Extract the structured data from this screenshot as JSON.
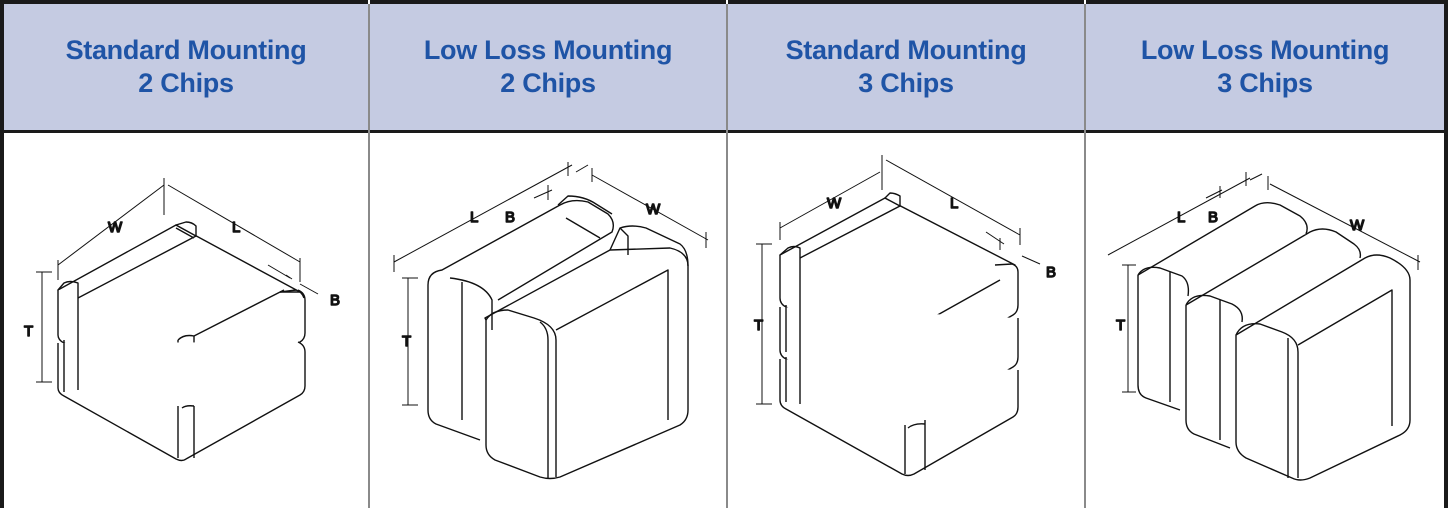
{
  "columns": [
    {
      "title_line1": "Standard Mounting",
      "title_line2": "2 Chips"
    },
    {
      "title_line1": "Low Loss Mounting",
      "title_line2": "2 Chips"
    },
    {
      "title_line1": "Standard Mounting",
      "title_line2": "3 Chips"
    },
    {
      "title_line1": "Low Loss Mounting",
      "title_line2": "3 Chips"
    }
  ],
  "dimension_labels": {
    "W": "W",
    "L": "L",
    "B": "B",
    "T": "T"
  }
}
